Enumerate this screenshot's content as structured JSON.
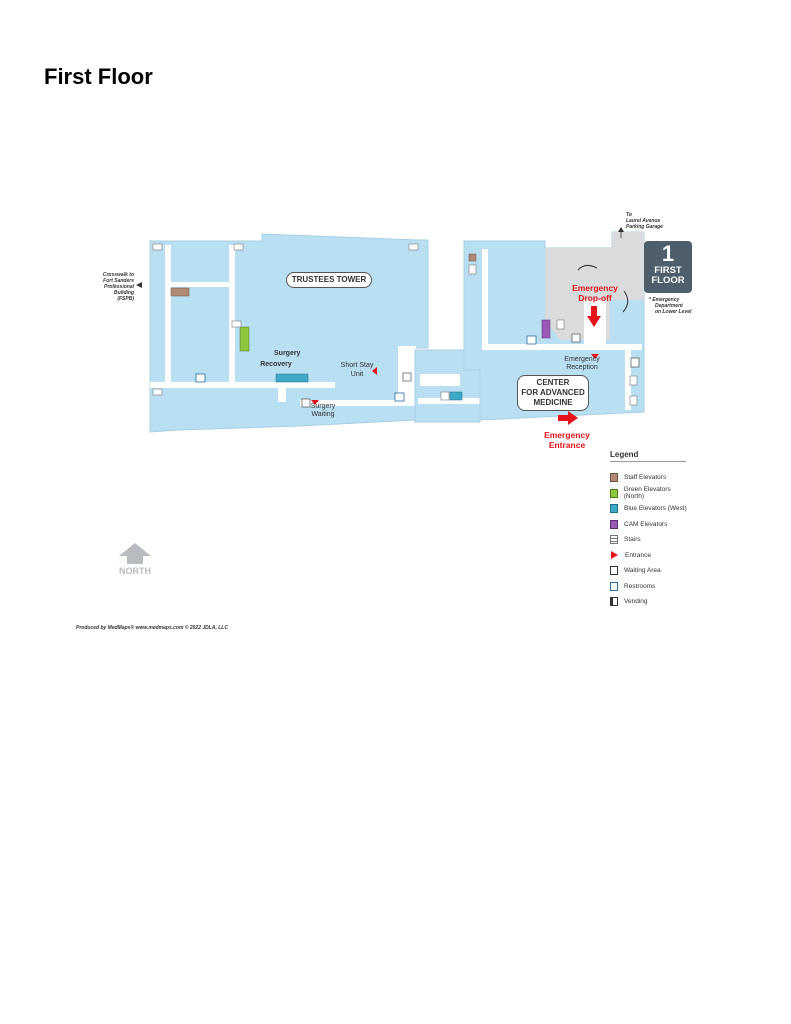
{
  "page": {
    "title": "First Floor"
  },
  "map": {
    "building_label": "TRUSTEES TOWER",
    "cam_label_1": "CENTER",
    "cam_label_2": "FOR ADVANCED",
    "cam_label_3": "MEDICINE",
    "crosswalk_1": "Crosswalk to",
    "crosswalk_2": "Fort Sanders",
    "crosswalk_3": "Professional",
    "crosswalk_4": "Building",
    "crosswalk_5": "(FSPB)",
    "garage_1": "To",
    "garage_2": "Laurel Avenue",
    "garage_3": "Parking Garage",
    "floor_number": "1",
    "floor_word_1": "FIRST",
    "floor_word_2": "FLOOR",
    "ed_note_1": "* Emergency",
    "ed_note_2": "Department",
    "ed_note_3": "on Lower Level",
    "emergency_dropoff_1": "Emergency",
    "emergency_dropoff_2": "Drop-off",
    "emergency_reception_1": "Emergency",
    "emergency_reception_2": "Reception",
    "emergency_entrance_1": "Emergency",
    "emergency_entrance_2": "Entrance",
    "surgery_recovery_1": "Surgery",
    "surgery_recovery_2": "Recovery",
    "short_stay_1": "Short Stay",
    "short_stay_2": "Unit",
    "surgery_waiting_1": "Surgery",
    "surgery_waiting_2": "Waiting",
    "north": "NORTH",
    "credit": "Produced by MedMaps® www.medmaps.com  © 2022 JDLA, LLC"
  },
  "legend": {
    "title": "Legend",
    "items": [
      {
        "label": "Staff Elevators",
        "color": "#b08a74",
        "icon": "staff-elevator-icon"
      },
      {
        "label": "Green Elevators (North)",
        "color": "#8dc63f",
        "icon": "green-elevator-icon"
      },
      {
        "label": "Blue Elevators (West)",
        "color": "#3fa9c9",
        "icon": "blue-elevator-icon"
      },
      {
        "label": "CAM Elevators",
        "color": "#9b59b6",
        "icon": "cam-elevator-icon"
      },
      {
        "label": "Stairs",
        "color": "#ffffff",
        "icon": "stairs-icon"
      },
      {
        "label": "Entrance",
        "color": "#e3121b",
        "icon": "entrance-icon"
      },
      {
        "label": "Waiting Area",
        "color": "#ffffff",
        "icon": "waiting-area-icon"
      },
      {
        "label": "Restrooms",
        "color": "#2e6da4",
        "icon": "restroom-icon"
      },
      {
        "label": "Vending",
        "color": "#ffffff",
        "icon": "vending-icon"
      }
    ]
  },
  "colors": {
    "floor": "#b9dff2",
    "corridor": "#ffffff",
    "emergency_red": "#e3121b",
    "badge": "#4e5f6b",
    "gray_area": "#d9dbdd"
  }
}
